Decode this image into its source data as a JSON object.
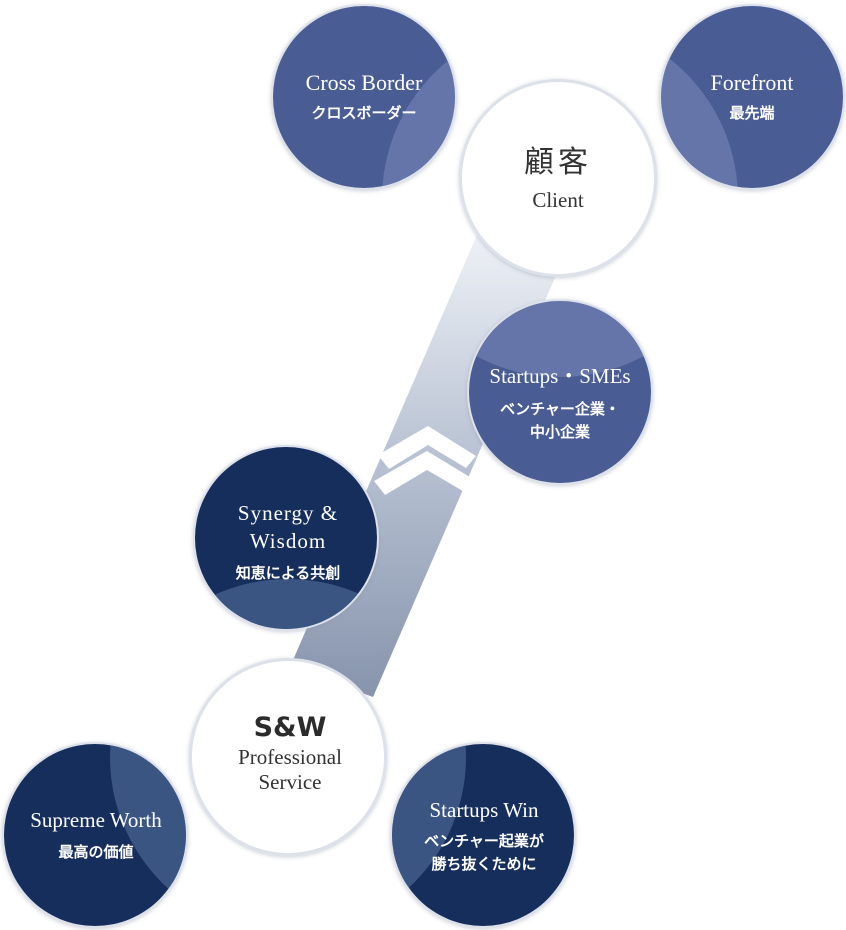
{
  "client": {
    "title_ja": "顧客",
    "title_en": "Client"
  },
  "sw": {
    "brand": "S&W",
    "line1": "Professional",
    "line2": "Service"
  },
  "nodes": {
    "cross_border": {
      "en": "Cross Border",
      "ja": "クロスボーダー"
    },
    "forefront": {
      "en": "Forefront",
      "ja": "最先端"
    },
    "startups_smes": {
      "en": "Startups・SMEs",
      "ja1": "ベンチャー企業・",
      "ja2": "中小企業"
    },
    "synergy": {
      "en1": "Synergy &",
      "en2": "Wisdom",
      "ja": "知恵による共創"
    },
    "supreme": {
      "en": "Supreme Worth",
      "ja": "最高の価値"
    },
    "startups_win": {
      "en": "Startups Win",
      "ja1": "ベンチャー起業が",
      "ja2": "勝ち抜くために"
    }
  },
  "colors": {
    "light_blue": "#4a5c94",
    "dark_navy": "#182d5c",
    "highlight": "#7c8bb9",
    "band_top": "#e3e8f0",
    "band_bottom": "#8e9cb3",
    "circle_border": "#dde1ea"
  }
}
